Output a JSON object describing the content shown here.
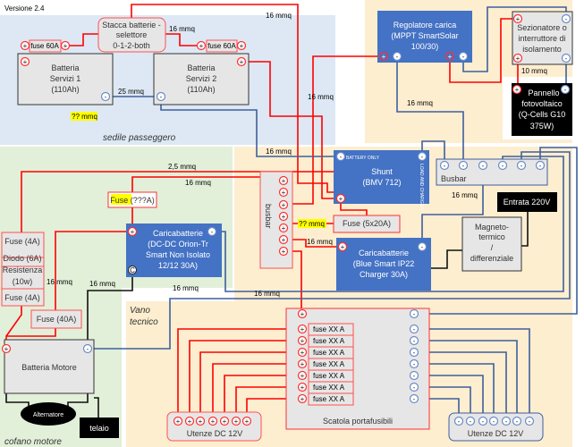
{
  "version": "Versione 2.4",
  "areas": {
    "seats": "sedile passeggero",
    "engine_bay": "cofano motore",
    "tech_bay_1": "Vano",
    "tech_bay_2": "tecnico"
  },
  "components": {
    "battery_switch": [
      "Stacca batterie -",
      "selettore",
      "0-1-2-both"
    ],
    "fuse_60a_1": "fuse 60A",
    "fuse_60a_2": "fuse 60A",
    "battery_1": [
      "Batteria",
      "Servizi 1",
      "(110Ah)"
    ],
    "battery_2": [
      "Batteria",
      "Servizi 2",
      "(110Ah)"
    ],
    "mppt": [
      "Regolatore carica",
      "(MPPT SmartSolar",
      "100/30)"
    ],
    "isolator": [
      "Sezionatore o",
      "interruttore di",
      "isolamento"
    ],
    "solar_panel": [
      "Pannello",
      "fotovoltaico",
      "(Q-Cells G10",
      "375W)"
    ],
    "shunt": [
      "Shunt",
      "(BMV 712)"
    ],
    "shunt_battery_only": "BATTERY ONLY",
    "shunt_load_charger": "LOAD AND CHARGER",
    "neg_busbar": "Busbar",
    "pos_busbar": "busbar",
    "mains_input": "Entrata 220V",
    "breaker": [
      "Magneto-",
      "termico",
      "/",
      "differenziale"
    ],
    "fuse_5x20": "Fuse (5x20A)",
    "ac_charger": [
      "Caricabatterie",
      "(Blue Smart IP22",
      "Charger 30A)"
    ],
    "fuse_unknown": "Fuse (???A)",
    "dcdc": [
      "Caricabatterie",
      "(DC-DC Orion-Tr",
      "Smart Non Isolato",
      "12/12 30A)"
    ],
    "dcdc_c": "C",
    "left_stack": [
      "Fuse (4A)",
      "Diodo (6A)",
      "Resistenza",
      "(10w)",
      "Fuse (4A)"
    ],
    "fuse_40a": "Fuse (40A)",
    "engine_battery": "Batteria Motore",
    "alternator": "Alternatore",
    "chassis": "telaio",
    "fuse_box": "Scatola portafusibili",
    "fuse_rows": [
      "fuse XX A",
      "fuse XX A",
      "fuse XX A",
      "fuse XX A",
      "fuse XX A",
      "fuse XX A",
      "fuse XX A"
    ],
    "loads_pos": "Utenze DC 12V",
    "loads_neg": "Utenze DC 12V"
  },
  "wire_labels": {
    "top": "16 mmq",
    "switch": "16 mmq",
    "batt_link": "25 mmq",
    "unknown_1": "?? mmq",
    "mppt_pos": "16 mmq",
    "mppt_neg": "16 mmq",
    "panel": "10 mmq",
    "shunt_neg": "16 mmq",
    "busbar_neg": "16 mmq",
    "unknown_2": "?? mmq",
    "charger_pos": "16 mmq",
    "thin": "2,5 mmq",
    "dcdc_in": "16 mmq",
    "left": "16 mmq",
    "dcdc_c": "16 mmq",
    "dcdc_neg": "16 mmq",
    "fusebox": "16 mmq"
  },
  "colors": {
    "positive": "#ff0000",
    "negative": "#3e5f9c",
    "device": "#4472c4",
    "highlight": "#ffff00"
  }
}
